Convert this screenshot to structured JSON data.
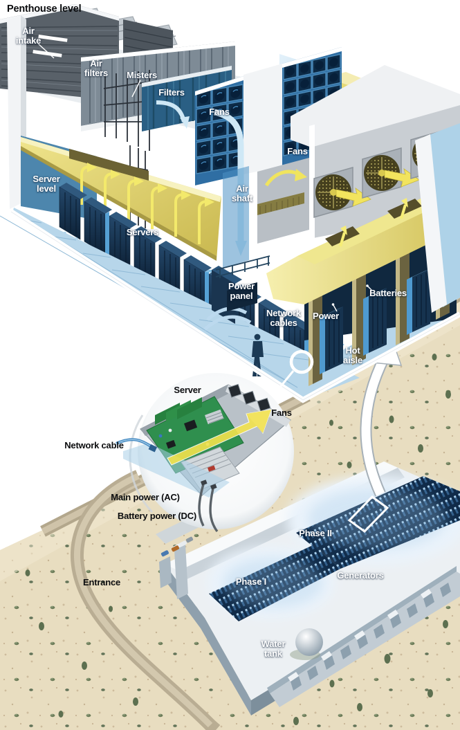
{
  "title": "Penthouse level",
  "cutaway": {
    "labels": {
      "air_intake": "Air\nintake",
      "air_filters": "Air\nfilters",
      "misters": "Misters",
      "filters": "Filters",
      "fans_wall": "Fans",
      "fans_exhaust": "Fans",
      "air_shaft": "Air\nshaft",
      "server_level": "Server\nlevel",
      "servers": "Servers",
      "power_panel": "Power\npanel",
      "network_cables": "Network\ncables",
      "power": "Power",
      "batteries": "Batteries",
      "hot_aisle": "Hot\naisle"
    }
  },
  "inset": {
    "labels": {
      "server": "Server",
      "fans": "Fans",
      "network_cable": "Network cable",
      "main_power": "Main power (AC)",
      "battery_power": "Battery power (DC)"
    }
  },
  "aerial": {
    "labels": {
      "entrance": "Entrance",
      "phase1": "Phase I",
      "phase2": "Phase II",
      "generators": "Generators",
      "water_tank": "Water\ntank"
    }
  },
  "colors": {
    "plenum_yellow": "#d9c75f",
    "airflow_yellow": "#f3e96b",
    "cool_air_blue": "#cfe8f6",
    "server_navy": "#15314d",
    "wall_blue": "#3f88bb",
    "floor_blue": "#b7d6ea",
    "desert_sand": "#e8ddc0",
    "phase_glow_blue": "#bcd7ec"
  }
}
